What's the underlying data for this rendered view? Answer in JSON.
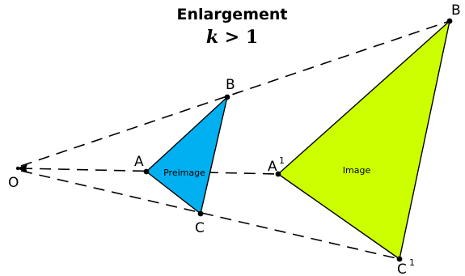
{
  "title": "Enlargement",
  "ratio": {
    "k": "k",
    "rest": " > 1"
  },
  "center": {
    "label": "O"
  },
  "preimage": {
    "label": "Preimage",
    "color": "#00b0f0",
    "vertices": {
      "a": "A",
      "b": "B",
      "c": "C"
    }
  },
  "image": {
    "label": "Image",
    "color": "#ccff00",
    "vertices": {
      "a": "A",
      "b": "B",
      "c": "C"
    },
    "prime_mark": "1"
  }
}
